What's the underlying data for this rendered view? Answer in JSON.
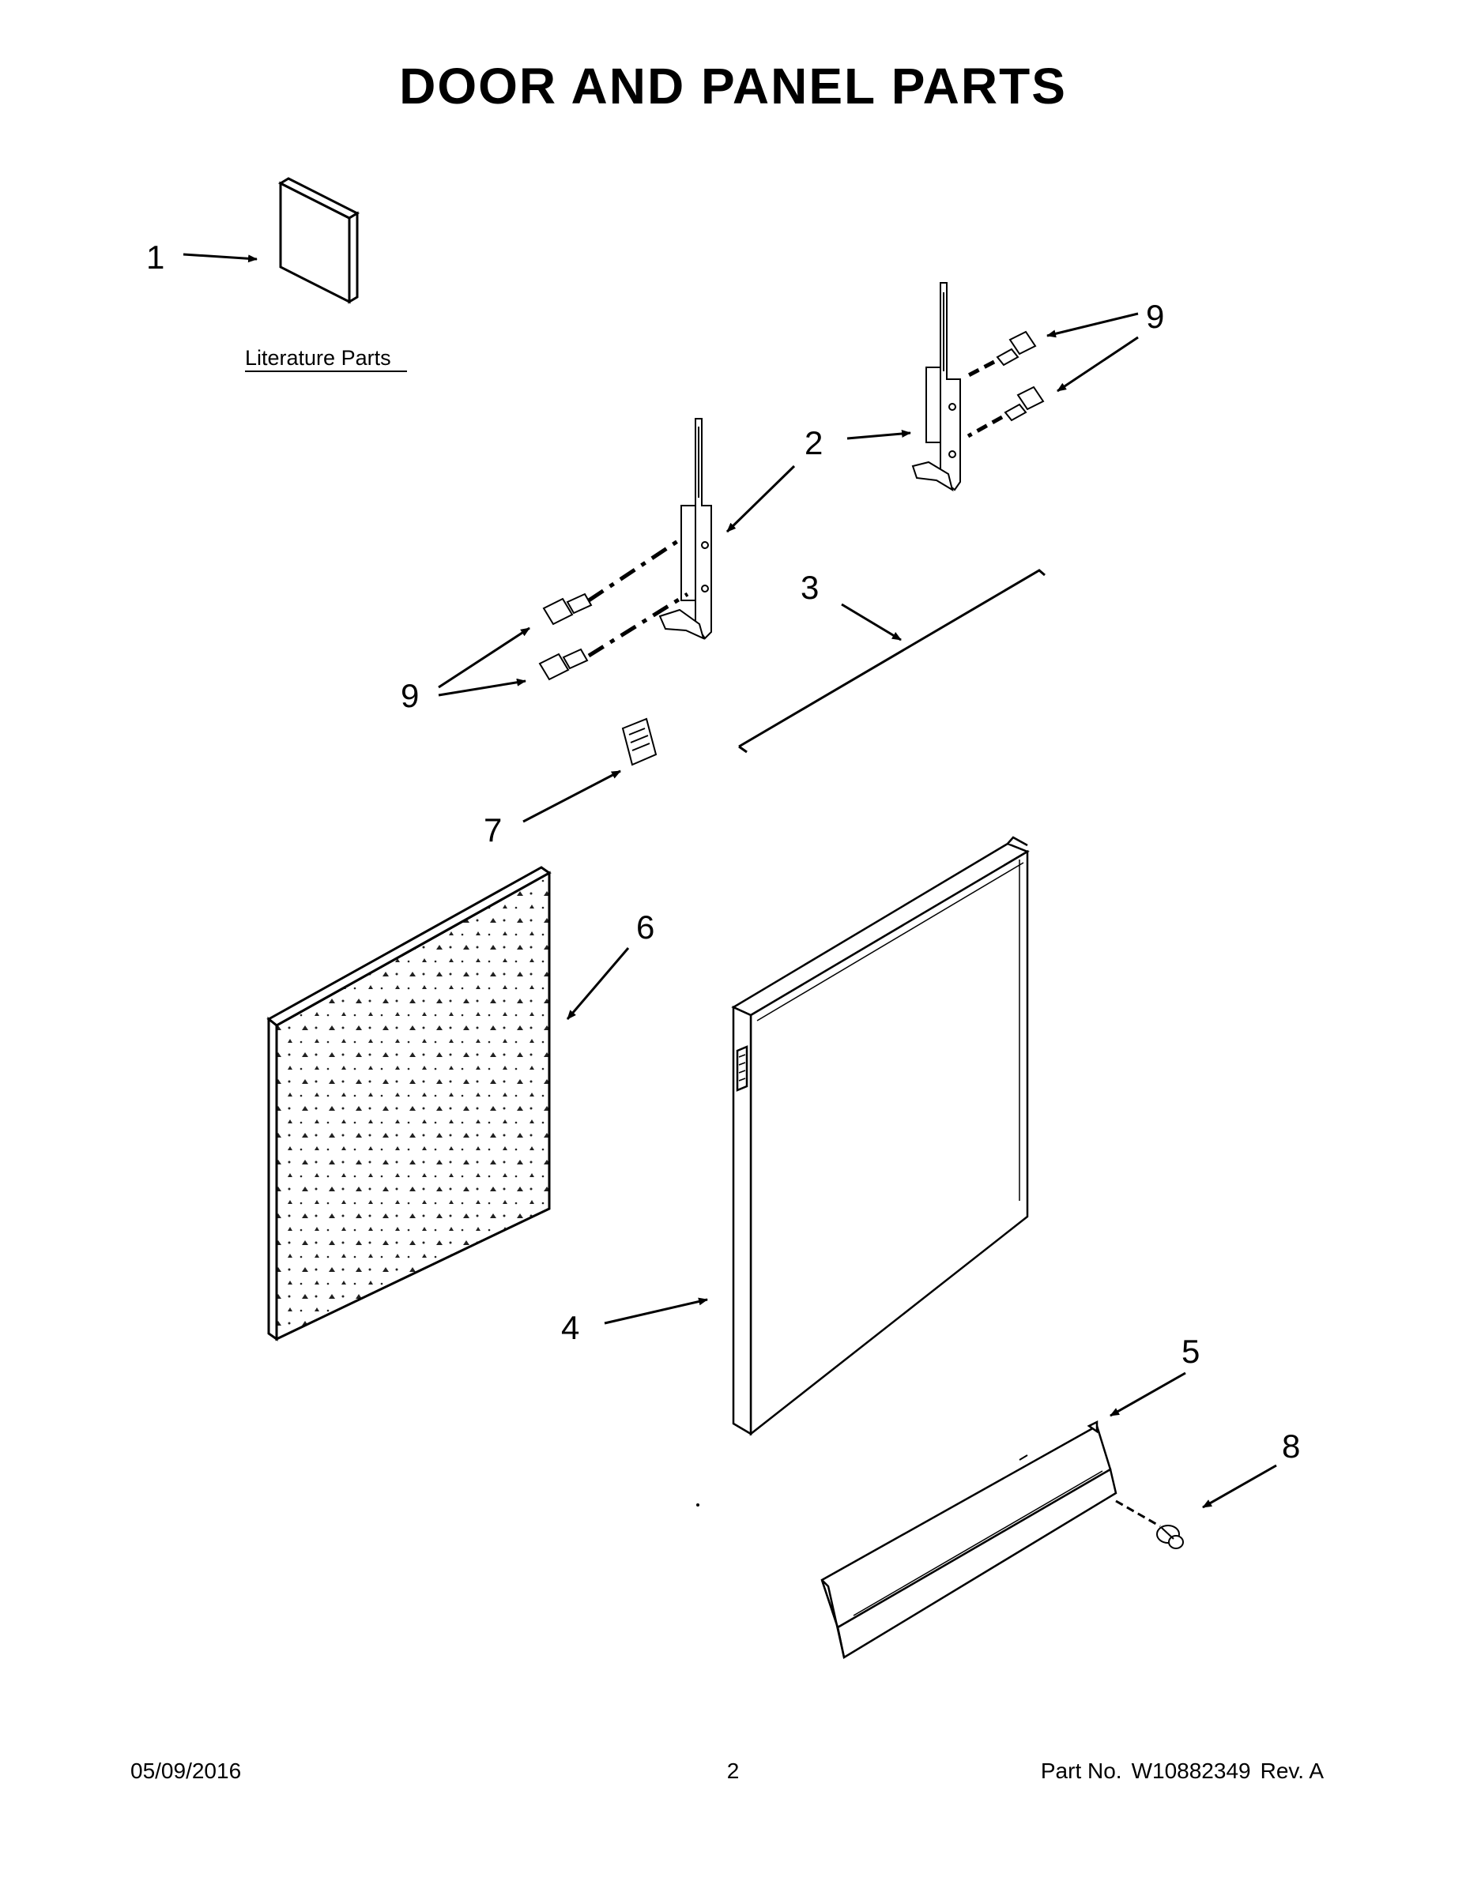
{
  "page": {
    "title": "DOOR AND PANEL PARTS",
    "literature_label": "Literature Parts"
  },
  "callouts": [
    {
      "id": "c1",
      "label": "1"
    },
    {
      "id": "c2",
      "label": "2"
    },
    {
      "id": "c3",
      "label": "3"
    },
    {
      "id": "c4",
      "label": "4"
    },
    {
      "id": "c5",
      "label": "5"
    },
    {
      "id": "c6",
      "label": "6"
    },
    {
      "id": "c7",
      "label": "7"
    },
    {
      "id": "c8",
      "label": "8"
    },
    {
      "id": "c9a",
      "label": "9"
    },
    {
      "id": "c9b",
      "label": "9"
    }
  ],
  "footer": {
    "date": "05/09/2016",
    "page_number": "2",
    "part_label": "Part No.",
    "part_number": "W10882349",
    "revision": "Rev. A"
  }
}
